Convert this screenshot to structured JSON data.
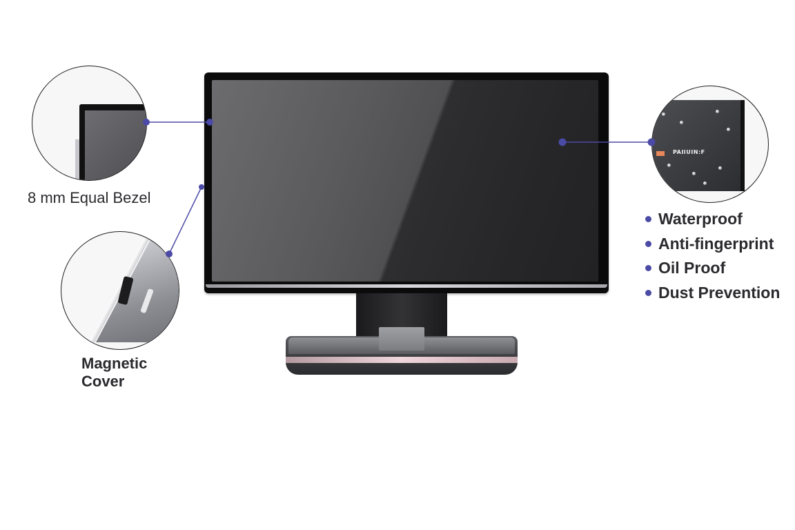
{
  "accent_color": "#4b4aa6",
  "callouts": {
    "bezel": {
      "label": "8 mm Equal Bezel"
    },
    "cover": {
      "label_line1": "Magnetic",
      "label_line2": "Cover"
    },
    "surface": {
      "brand_mark": "PAIIUIN:F",
      "features": [
        "Waterproof",
        "Anti-fingerprint",
        "Oil Proof",
        "Dust Prevention"
      ]
    }
  }
}
